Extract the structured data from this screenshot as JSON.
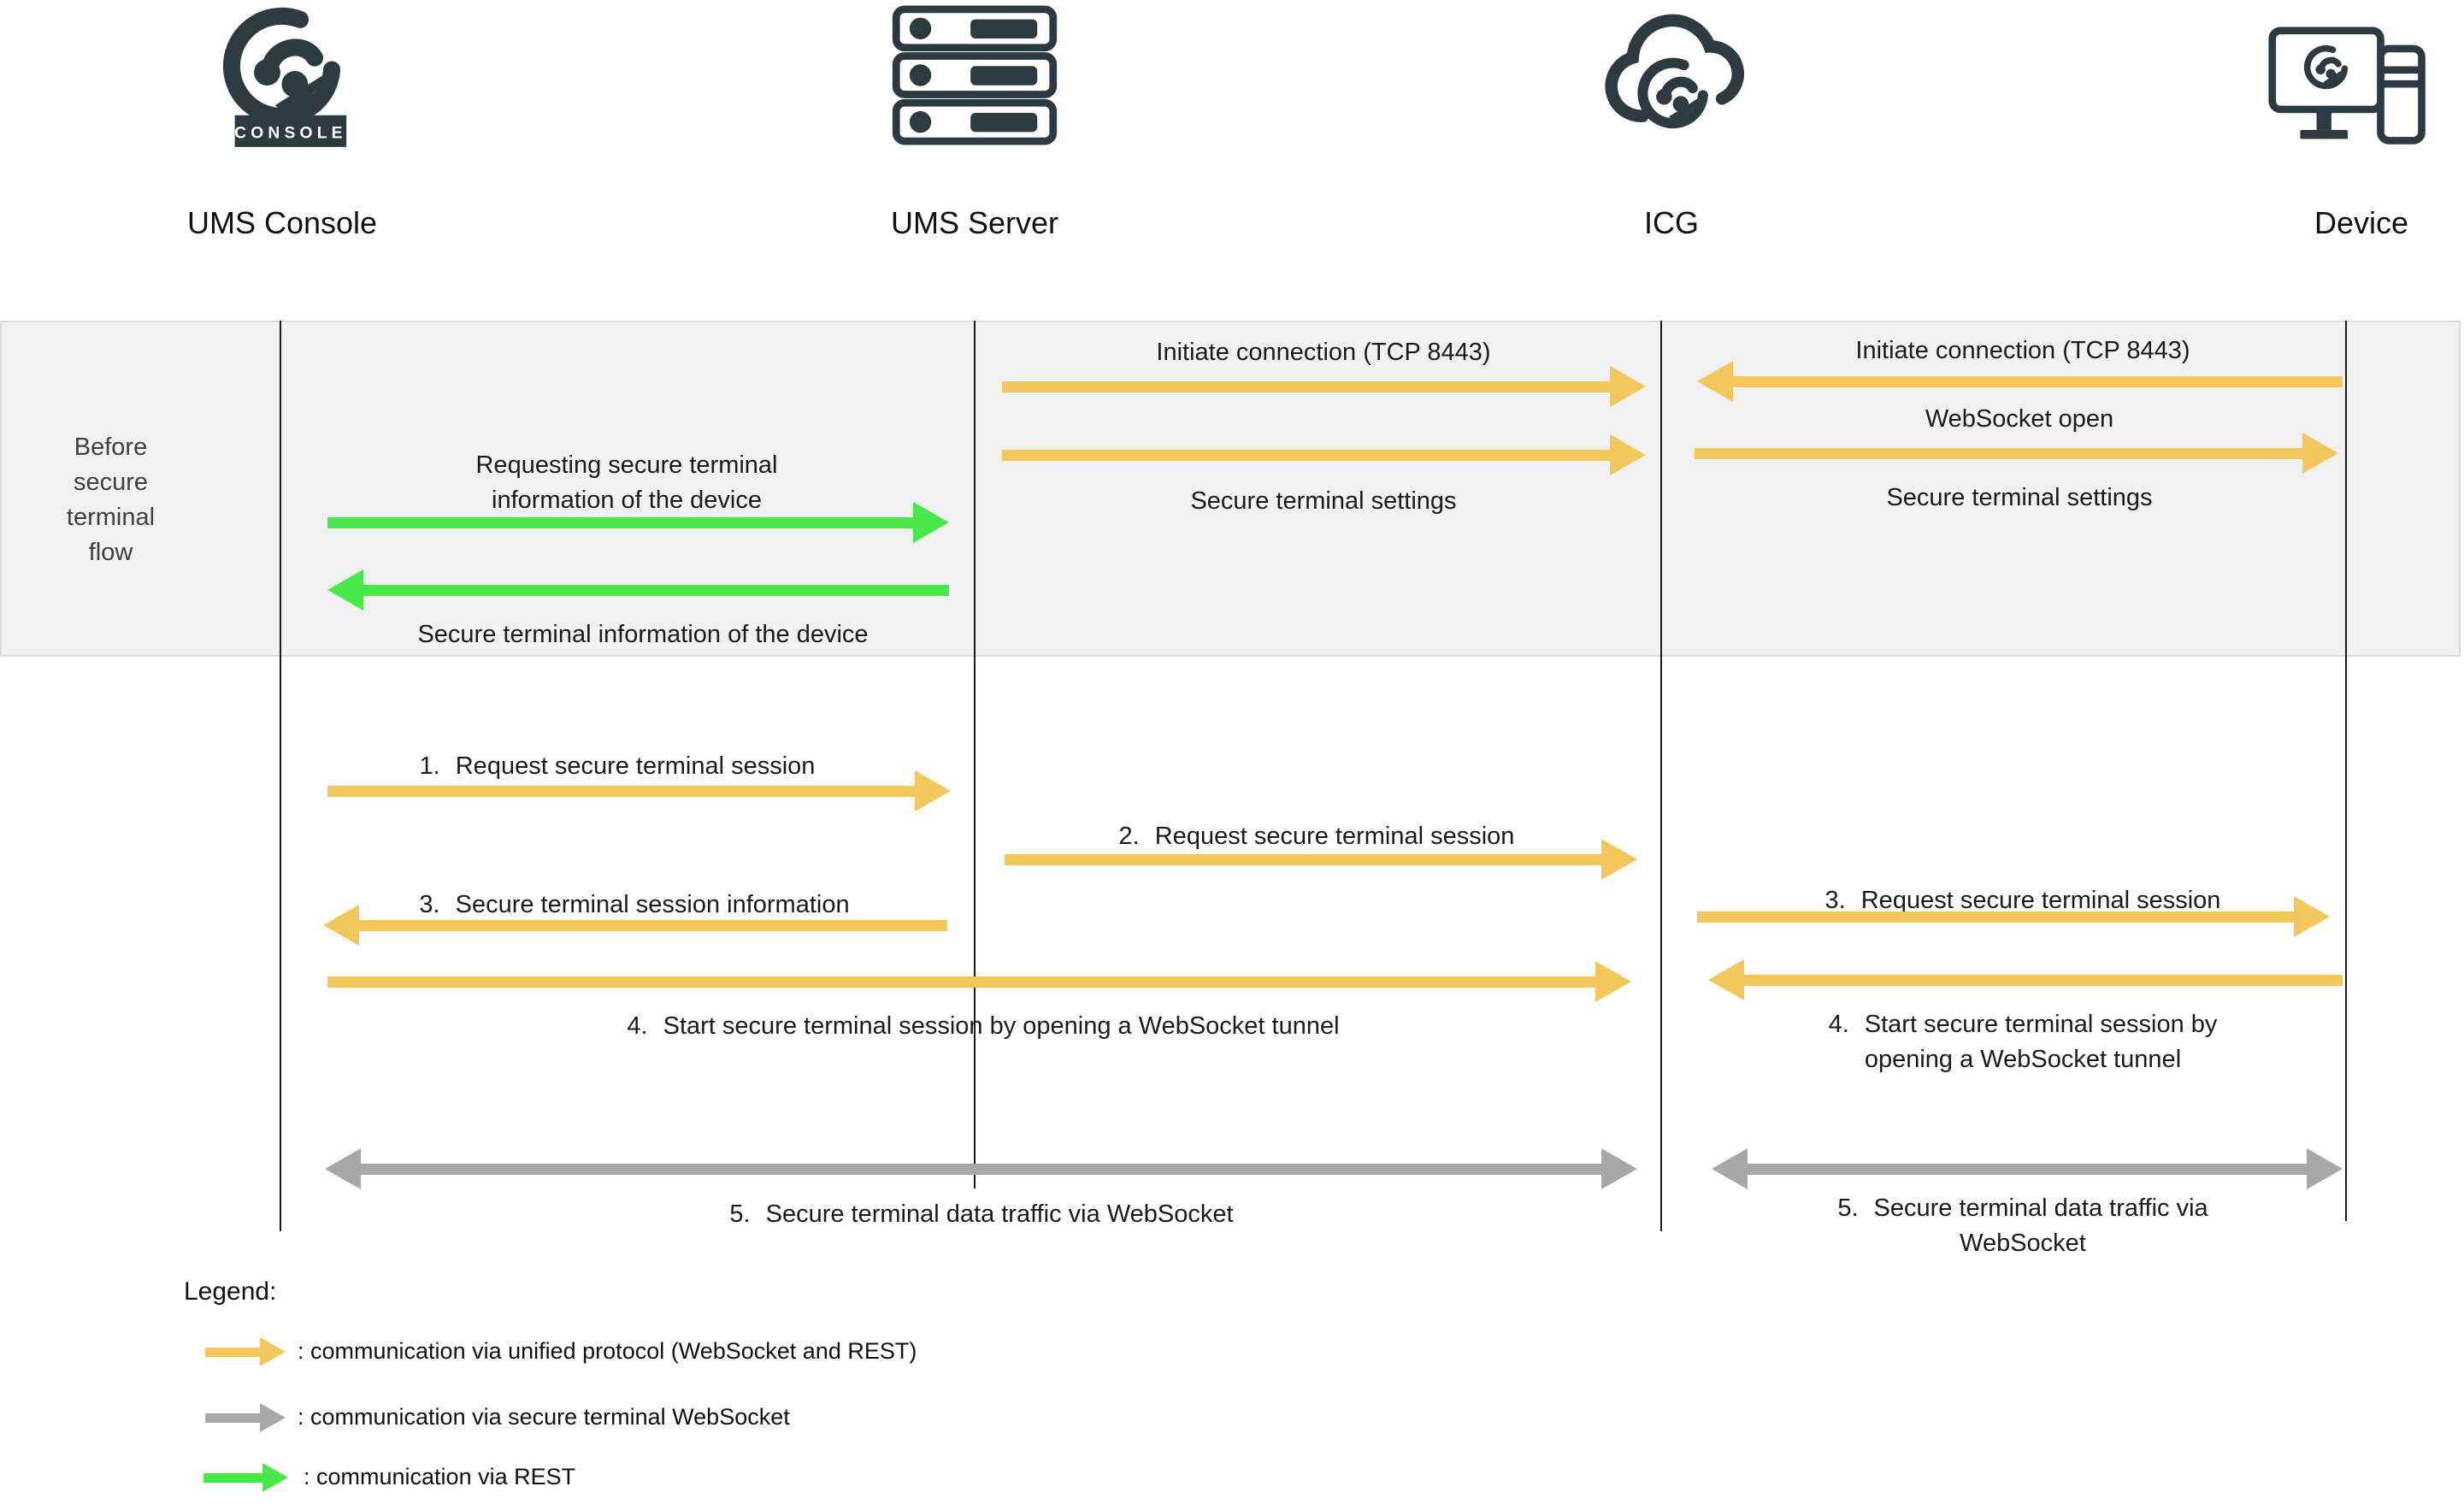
{
  "colors": {
    "arrow_yellow": "#f2c75b",
    "arrow_green": "#47e847",
    "arrow_gray": "#a8a8a8",
    "icon_dark": "#2d3a42",
    "band_background": "#f1f1f2"
  },
  "actors": {
    "ums_console": {
      "label": "UMS Console",
      "banner": "CONSOLE"
    },
    "ums_server": {
      "label": "UMS Server"
    },
    "icg": {
      "label": "ICG"
    },
    "device": {
      "label": "Device"
    }
  },
  "phase_band": {
    "label_lines": [
      "Before",
      "secure",
      "terminal",
      "flow"
    ]
  },
  "messages": {
    "init_server_icg": "Initiate connection (TCP 8443)",
    "init_device_icg": "Initiate connection (TCP 8443)",
    "websocket_open": "WebSocket open",
    "settings_server_icg": "Secure terminal settings",
    "settings_icg_device": "Secure terminal settings",
    "request_info_line1": "Requesting secure terminal",
    "request_info_line2": "information of the device",
    "info_of_device": "Secure terminal information of the device",
    "m1": {
      "num": "1.",
      "text": "Request secure terminal session"
    },
    "m2": {
      "num": "2.",
      "text": "Request secure terminal session"
    },
    "m3_left": {
      "num": "3.",
      "text": "Secure terminal session information"
    },
    "m3_right": {
      "num": "3.",
      "text": "Request secure terminal session"
    },
    "m4_left": {
      "num": "4.",
      "text": "Start secure terminal session by opening a WebSocket tunnel"
    },
    "m4_right": {
      "num": "4.",
      "line1": "Start secure terminal session by",
      "line2": "opening a WebSocket tunnel"
    },
    "m5_left": {
      "num": "5.",
      "text": "Secure terminal data traffic via WebSocket"
    },
    "m5_right": {
      "num": "5.",
      "line1": "Secure terminal data traffic via",
      "line2": "WebSocket"
    }
  },
  "legend": {
    "title": "Legend:",
    "items": [
      {
        "arrow": "yellow-arrow",
        "color": "#f2c75b",
        "label": ": communication via unified protocol (WebSocket and REST)"
      },
      {
        "arrow": "gray-arrow",
        "color": "#a8a8a8",
        "label": ": communication via secure terminal WebSocket"
      },
      {
        "arrow": "green-arrow",
        "color": "#47e847",
        "label": ": communication via REST"
      }
    ]
  }
}
